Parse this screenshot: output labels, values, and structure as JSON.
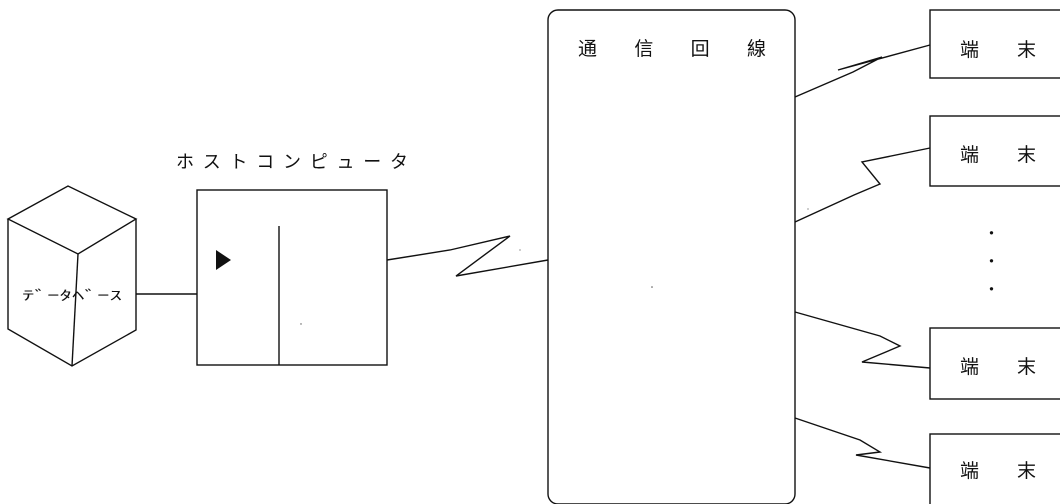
{
  "database": {
    "label": "ﾃﾞｰﾀﾍﾞｰｽ"
  },
  "host": {
    "title": "ホストコンピュータ"
  },
  "network": {
    "label": "通信回線"
  },
  "terminals": [
    {
      "label": "端末"
    },
    {
      "label": "端末"
    },
    {
      "label": "端末"
    },
    {
      "label": "端末"
    }
  ],
  "ellipsis": "・・・"
}
